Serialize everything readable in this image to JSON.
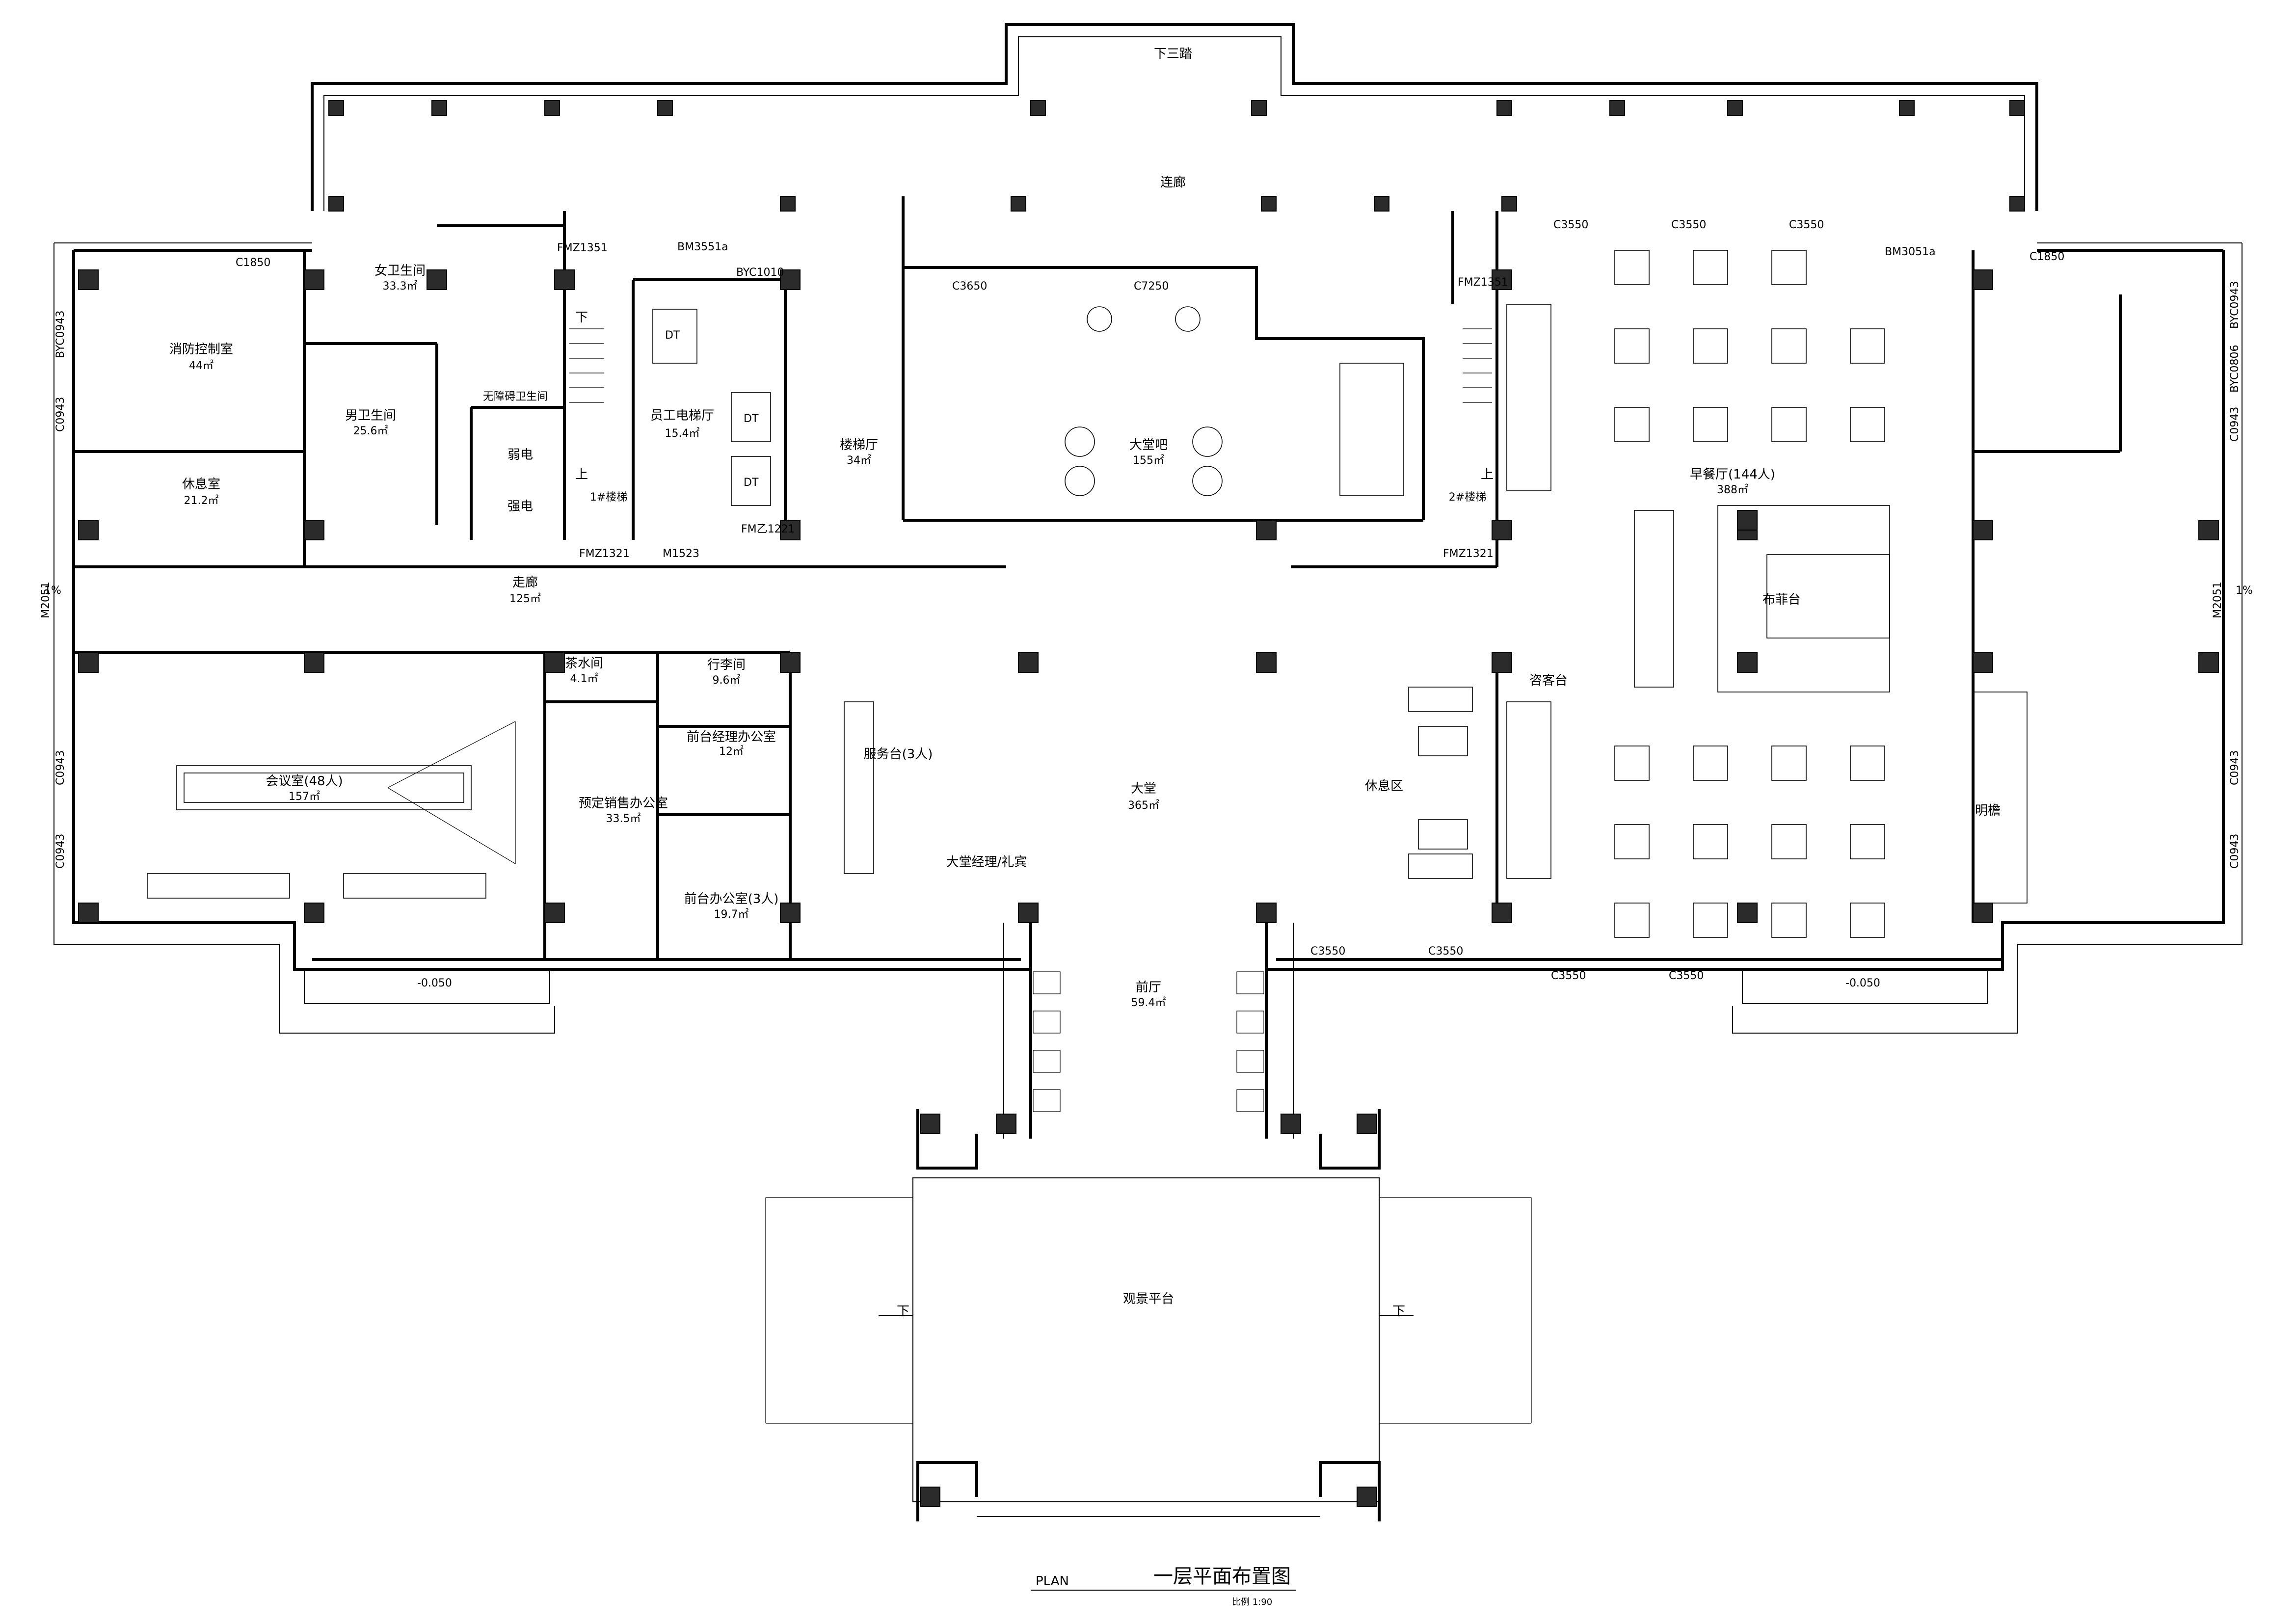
{
  "drawing": {
    "label_en": "PLAN",
    "title": "一层平面布置图",
    "scale": "比例 1:90"
  },
  "rooms": {
    "stairs_down_top": "下三踏",
    "corridor_link": "连廊",
    "fire_control": "消防控制室",
    "fire_control_area": "44㎡",
    "rest_room": "休息室",
    "rest_room_area": "21.2㎡",
    "women_wc": "女卫生间",
    "women_wc_area": "33.3㎡",
    "men_wc": "男卫生间",
    "men_wc_area": "25.6㎡",
    "accessible_wc": "无障碍卫生间",
    "weak_elec": "弱电",
    "strong_elec": "强电",
    "stair1": "1#楼梯",
    "staff_elevator": "员工电梯厅",
    "staff_elevator_area": "15.4㎡",
    "stair_hall": "楼梯厅",
    "stair_hall_area": "34㎡",
    "lobby_bar": "大堂吧",
    "lobby_bar_area": "155㎡",
    "stair2": "2#楼梯",
    "breakfast": "早餐厅(144人)",
    "breakfast_area": "388㎡",
    "buffet": "布菲台",
    "corridor": "走廊",
    "corridor_area": "125㎡",
    "tea_room": "茶水间",
    "tea_room_area": "4.1㎡",
    "luggage": "行李间",
    "luggage_area": "9.6㎡",
    "meeting": "会议室(48人)",
    "meeting_area": "157㎡",
    "sales_office": "预定销售办公室",
    "sales_office_area": "33.5㎡",
    "fd_manager": "前台经理办公室",
    "fd_manager_area": "12㎡",
    "fd_office": "前台办公室(3人)",
    "fd_office_area": "19.7㎡",
    "service_desk": "服务台(3人)",
    "lobby": "大堂",
    "lobby_area": "365㎡",
    "lobby_manager": "大堂经理/礼宾",
    "lounge": "休息区",
    "concierge": "咨客台",
    "light_well": "明檐",
    "vestibule": "前厅",
    "vestibule_area": "59.4㎡",
    "terrace": "观景平台",
    "down": "下",
    "up": "上"
  },
  "codes": {
    "c1850": "C1850",
    "byc0943": "BYC0943",
    "c0943": "C0943",
    "m2051": "M2051",
    "fmz1351": "FMZ1351",
    "bm3551a": "BM3551a",
    "byc1010": "BYC1010",
    "fmz1321": "FMZ1321",
    "m1523": "M1523",
    "fmy1221": "FM乙1221",
    "c3650": "C3650",
    "c7250": "C7250",
    "c3550": "C3550",
    "bm3051a": "BM3051a",
    "byc0806": "BYC0806",
    "level": "-0.050",
    "slope": "1%",
    "dt": "DT"
  }
}
